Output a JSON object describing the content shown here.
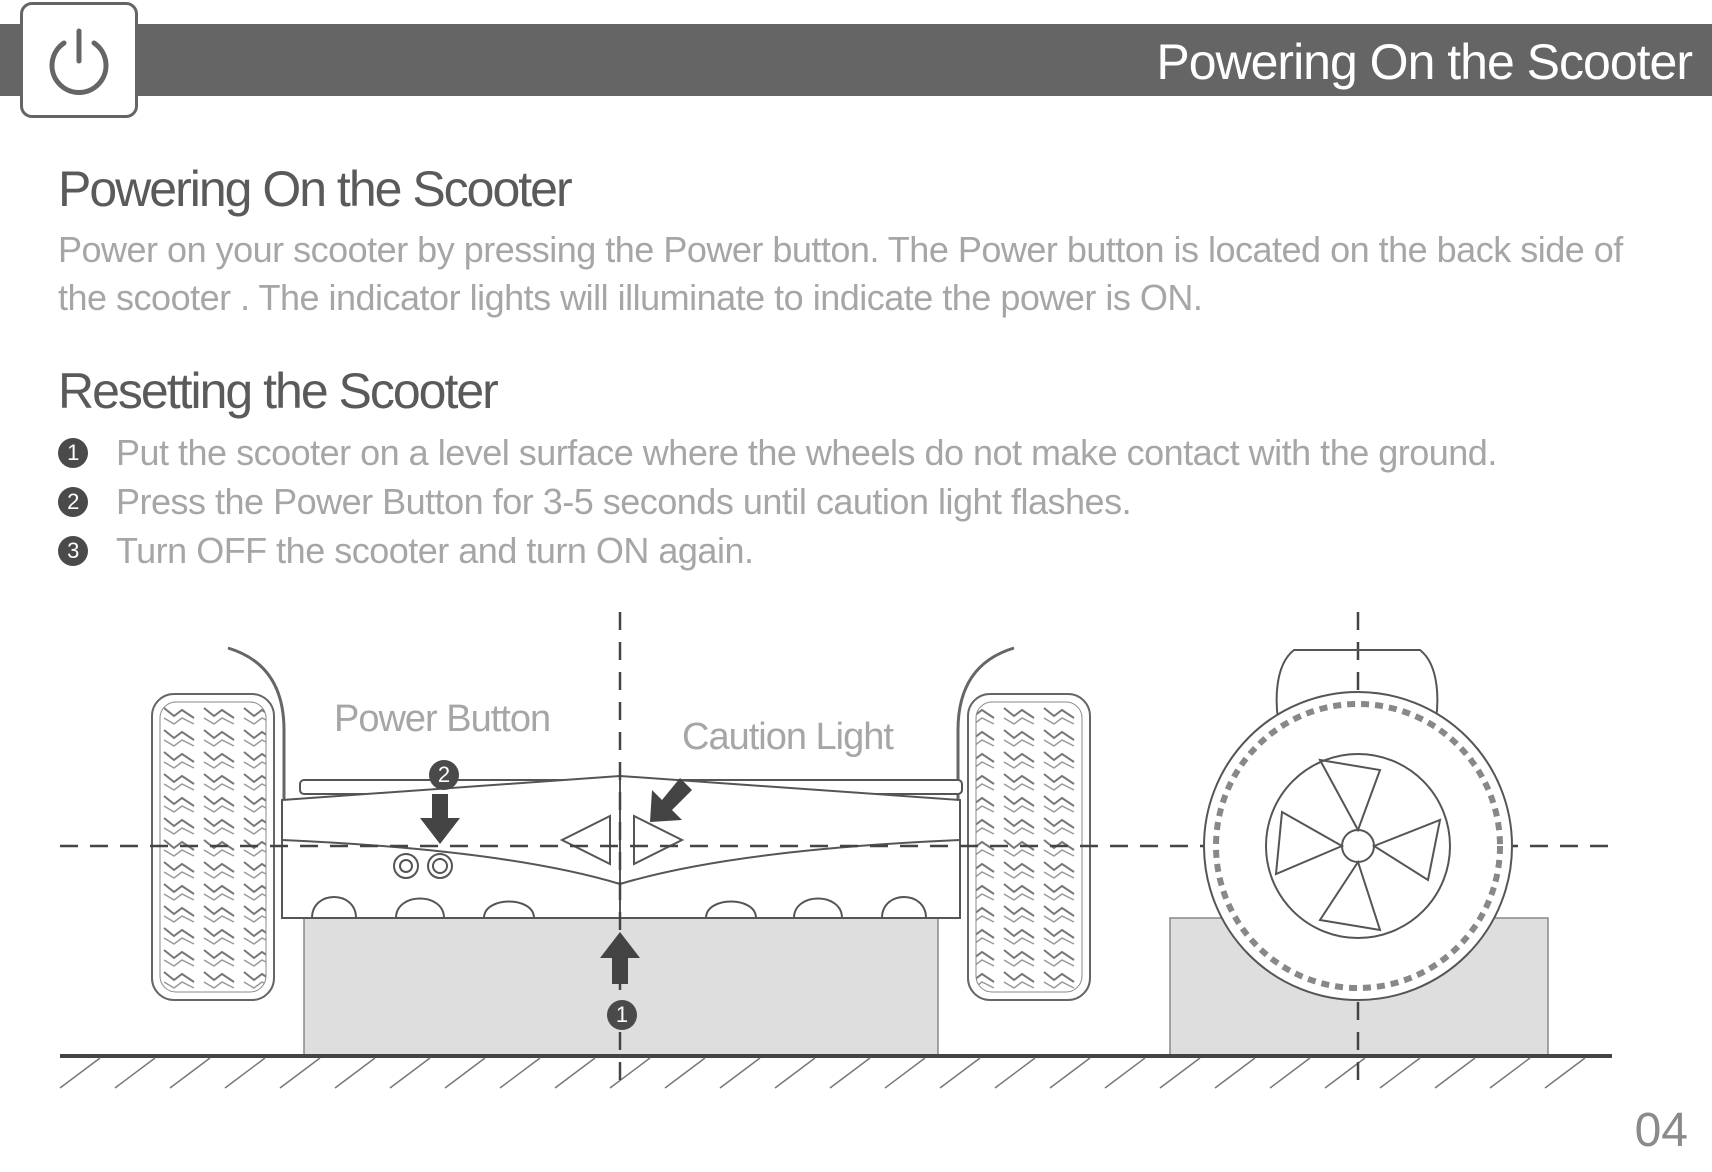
{
  "header": {
    "title": "Powering On the Scooter",
    "icon": "power-icon",
    "bar_color": "#656565"
  },
  "section_power": {
    "title": "Powering On the Scooter",
    "body": "Power on your scooter by pressing the Power button. The Power button is located on the back side of the scooter . The indicator lights will illuminate to indicate the power is ON."
  },
  "section_reset": {
    "title": "Resetting the Scooter",
    "steps": [
      {
        "num": "1",
        "text": "Put the scooter on a level surface where the wheels do not make contact with the ground."
      },
      {
        "num": "2",
        "text": "Press the Power Button for 3-5 seconds until caution light flashes."
      },
      {
        "num": "3",
        "text": "Turn OFF the scooter and turn ON again."
      }
    ]
  },
  "illustration": {
    "power_button_label": "Power Button",
    "caution_light_label": "Caution Light",
    "marker_1": "1",
    "marker_2": "2"
  },
  "page_number": "04"
}
